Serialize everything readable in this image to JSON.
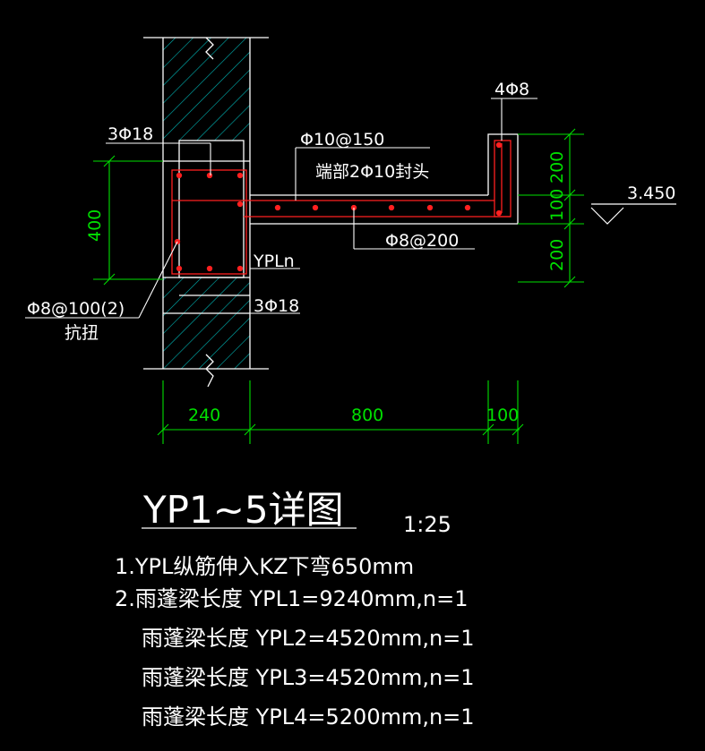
{
  "colors": {
    "background": "#000000",
    "wall_outline": "#ffffff",
    "hatch": "#00b5b5",
    "rebar": "#ff2020",
    "dimension": "#00e000",
    "text": "#ffffff"
  },
  "labels": {
    "top_bars": "3Φ18",
    "bottom_bars": "3Φ18",
    "slab_top_bars": "Φ10@150",
    "end_cap": "端部2Φ10封头",
    "slab_dist_bars": "Φ8@200",
    "upstand_bars": "4Φ8",
    "stirrups": "Φ8@100(2)",
    "stirrups_note": "抗扭",
    "beam_id": "YPLn",
    "elevation": "3.450"
  },
  "dimensions": {
    "beam_height": "400",
    "upstand_top": "200",
    "slab_thickness": "100",
    "upstand_bottom": "200",
    "wall_width": "240",
    "cantilever": "800",
    "upstand_width": "100"
  },
  "title": {
    "text": "YP1~5详图",
    "scale": "1:25"
  },
  "notes": [
    "1.YPL纵筋伸入KZ下弯650mm",
    "2.雨蓬梁长度 YPL1=9240mm,n=1",
    "雨蓬梁长度 YPL2=4520mm,n=1",
    "雨蓬梁长度 YPL3=4520mm,n=1",
    "雨蓬梁长度 YPL4=5200mm,n=1"
  ]
}
